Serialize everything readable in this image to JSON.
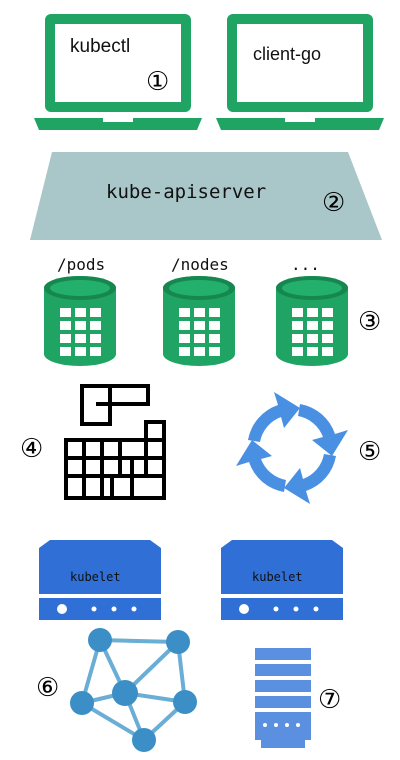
{
  "laptops": [
    {
      "label": "kubectl",
      "number": "①"
    },
    {
      "label": "client-go"
    }
  ],
  "apiserver": {
    "label": "kube-apiserver",
    "number": "②"
  },
  "storage": {
    "number": "③",
    "items": [
      {
        "label": "/pods"
      },
      {
        "label": "/nodes"
      },
      {
        "label": "..."
      }
    ]
  },
  "scheduler": {
    "number": "④"
  },
  "controller": {
    "number": "⑤"
  },
  "kubelets": [
    {
      "label": "kubelet"
    },
    {
      "label": "kubelet"
    }
  ],
  "network": {
    "number": "⑥"
  },
  "runtime": {
    "number": "⑦"
  },
  "colors": {
    "green": "#1fa463",
    "apiserver": "#a9c6c9",
    "blue": "#2f6fd6",
    "arrow_blue": "#4a90e2",
    "network": "#3b8fc6",
    "runtime": "#5b8fe0"
  }
}
